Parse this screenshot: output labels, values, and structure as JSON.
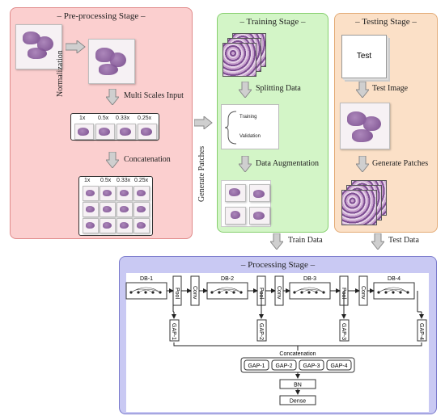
{
  "preprocessing": {
    "title": "– Pre-processing Stage –",
    "normalization": "Normalization",
    "multi_scales": "Multi Scales Input",
    "concatenation": "Concatenation",
    "scales": [
      "1x",
      "0.5x",
      "0.33x",
      "0.25x"
    ],
    "color": "#fbcfcf"
  },
  "generate_patches_side": "Generate Patches",
  "training": {
    "title": "– Training Stage –",
    "splitting": "Splitting Data",
    "split_training": "Training",
    "split_validation": "Validation",
    "augmentation": "Data Augmentation",
    "output": "Train Data",
    "color": "#d3f5c7"
  },
  "testing": {
    "title": "– Testing Stage –",
    "test_label": "Test",
    "test_image": "Test Image",
    "generate_patches": "Generate Patches",
    "output": "Test Data",
    "color": "#fbe0c7"
  },
  "processing": {
    "title": "– Processing Stage –",
    "dense_blocks": [
      "DB-1",
      "DB-2",
      "DB-3",
      "DB-4"
    ],
    "pool": "Pool",
    "conv": "Conv",
    "gaps": [
      "GAP-1",
      "GAP-2",
      "GAP-3",
      "GAP-4"
    ],
    "concatenation": "Concatenation",
    "bn": "BN",
    "dense": "Dense",
    "color": "#c9c9f3"
  }
}
